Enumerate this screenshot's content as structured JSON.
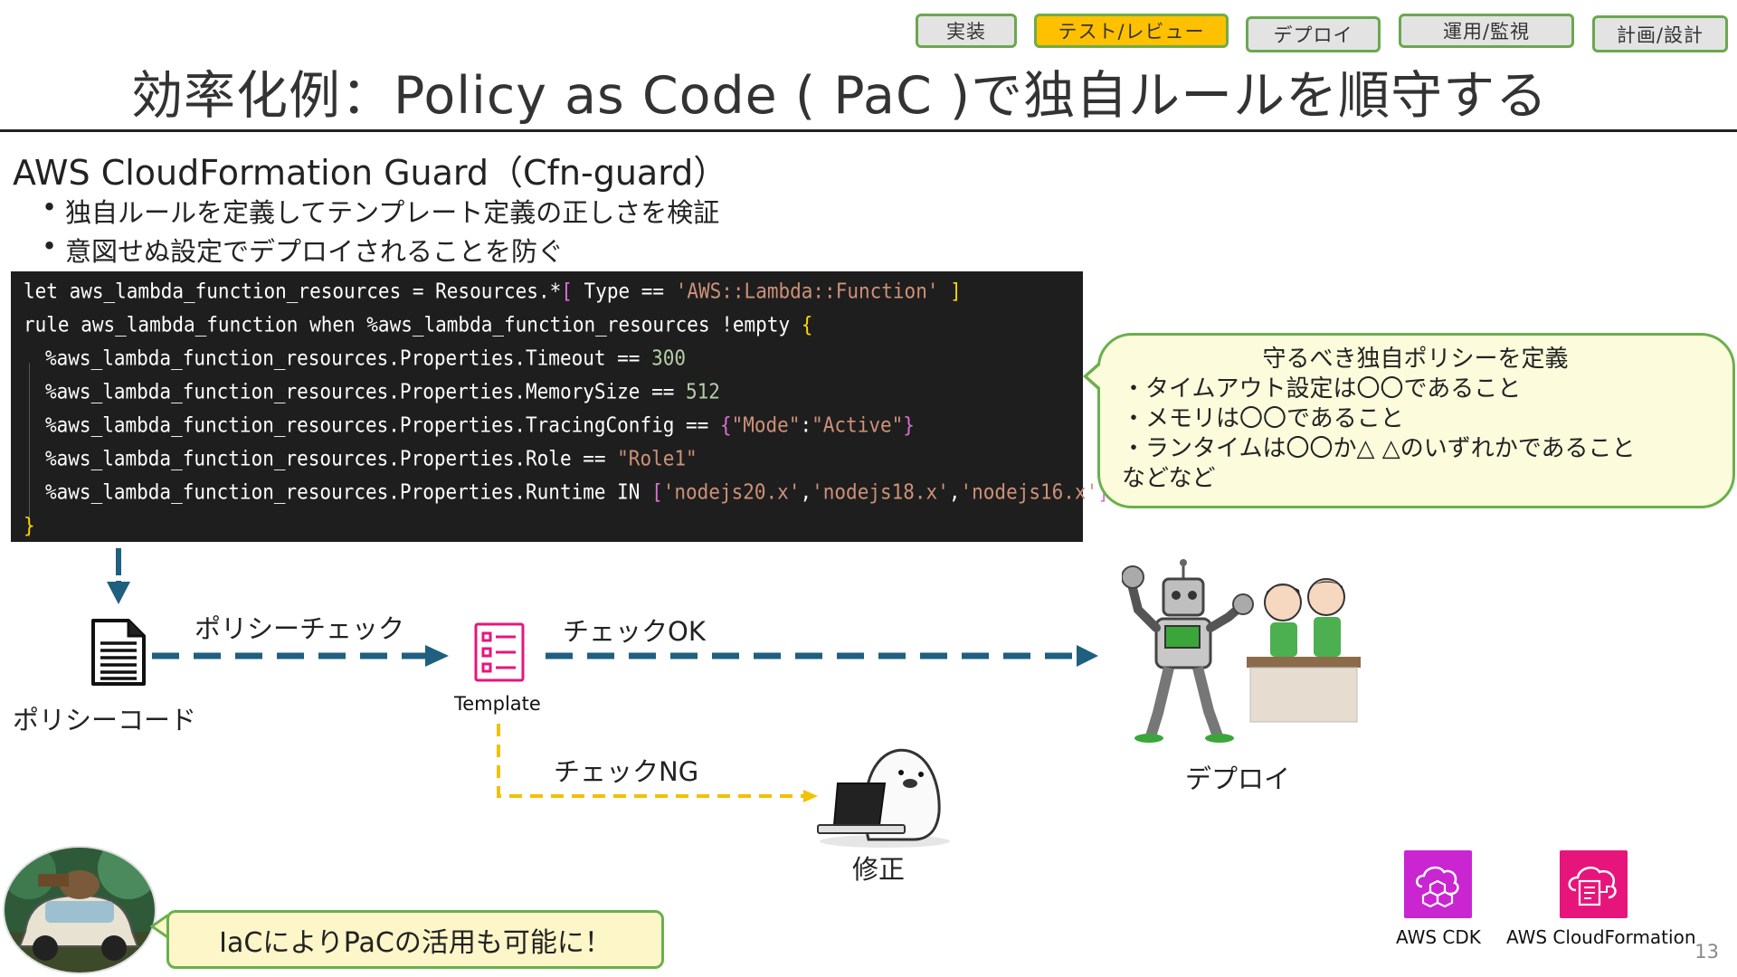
{
  "phase_tabs": [
    {
      "label": "実装",
      "active": false
    },
    {
      "label": "テスト/レビュー",
      "active": true
    },
    {
      "label": "デプロイ",
      "active": false
    },
    {
      "label": "運用/監視",
      "active": false
    },
    {
      "label": "計画/設計",
      "active": false
    }
  ],
  "title": "効率化例：Policy as Code ( PaC )で独自ルールを順守する",
  "section": {
    "heading": "AWS CloudFormation Guard（Cfn-guard）",
    "bullets": [
      "独自ルールを定義してテンプレート定義の正しさを検証",
      "意図せぬ設定でデプロイされることを防ぐ"
    ]
  },
  "code": {
    "line1": {
      "a": "let aws_lambda_function_resources = Resources.*",
      "b1": "[",
      "c": " Type == ",
      "s": "'AWS::Lambda::Function'",
      "b2": " ]"
    },
    "line2": {
      "a": "rule aws_lambda_function when %aws_lambda_function_resources !empty ",
      "b": "{"
    },
    "line3": {
      "a": "%aws_lambda_function_resources.Properties.Timeout == ",
      "n": "300"
    },
    "line4": {
      "a": "%aws_lambda_function_resources.Properties.MemorySize == ",
      "n": "512"
    },
    "line5": {
      "a": "%aws_lambda_function_resources.Properties.TracingConfig == ",
      "b1": "{",
      "s1": "\"Mode\"",
      "c": ":",
      "s2": "\"Active\"",
      "b2": "}"
    },
    "line6": {
      "a": "%aws_lambda_function_resources.Properties.Role == ",
      "s": "\"Role1\""
    },
    "line7": {
      "a": "%aws_lambda_function_resources.Properties.Runtime IN ",
      "b1": "[",
      "s1": "'nodejs20.x'",
      "c1": ",",
      "s2": "'nodejs18.x'",
      "c2": ",",
      "s3": "'nodejs16.x'",
      "b2": "]"
    },
    "line8": {
      "b": "}"
    }
  },
  "callout": {
    "heading": "守るべき独自ポリシーを定義",
    "lines": [
      "・タイムアウト設定は〇〇であること",
      "・メモリは〇〇であること",
      "・ランタイムは〇〇か△ △のいずれかであること",
      "などなど"
    ]
  },
  "flow": {
    "policy_code_label": "ポリシーコード",
    "policy_check_label": "ポリシーチェック",
    "template_label": "Template",
    "check_ok_label": "チェックOK",
    "check_ng_label": "チェックNG",
    "deploy_label": "デプロイ",
    "fix_label": "修正"
  },
  "pac_bubble": "IaCによりPaCの活用も可能に！",
  "aws_services": [
    {
      "label": "AWS CDK",
      "icon": "aws-cdk-icon",
      "color": "#c925d1"
    },
    {
      "label": "AWS CloudFormation",
      "icon": "aws-cloudformation-icon",
      "color": "#e7157b"
    }
  ],
  "page_number": "13",
  "colors": {
    "tab_active": "#ffc000",
    "tab_border": "#6aa84f",
    "flow_arrow": "#1f5f7f",
    "ng_arrow": "#f2c100"
  }
}
